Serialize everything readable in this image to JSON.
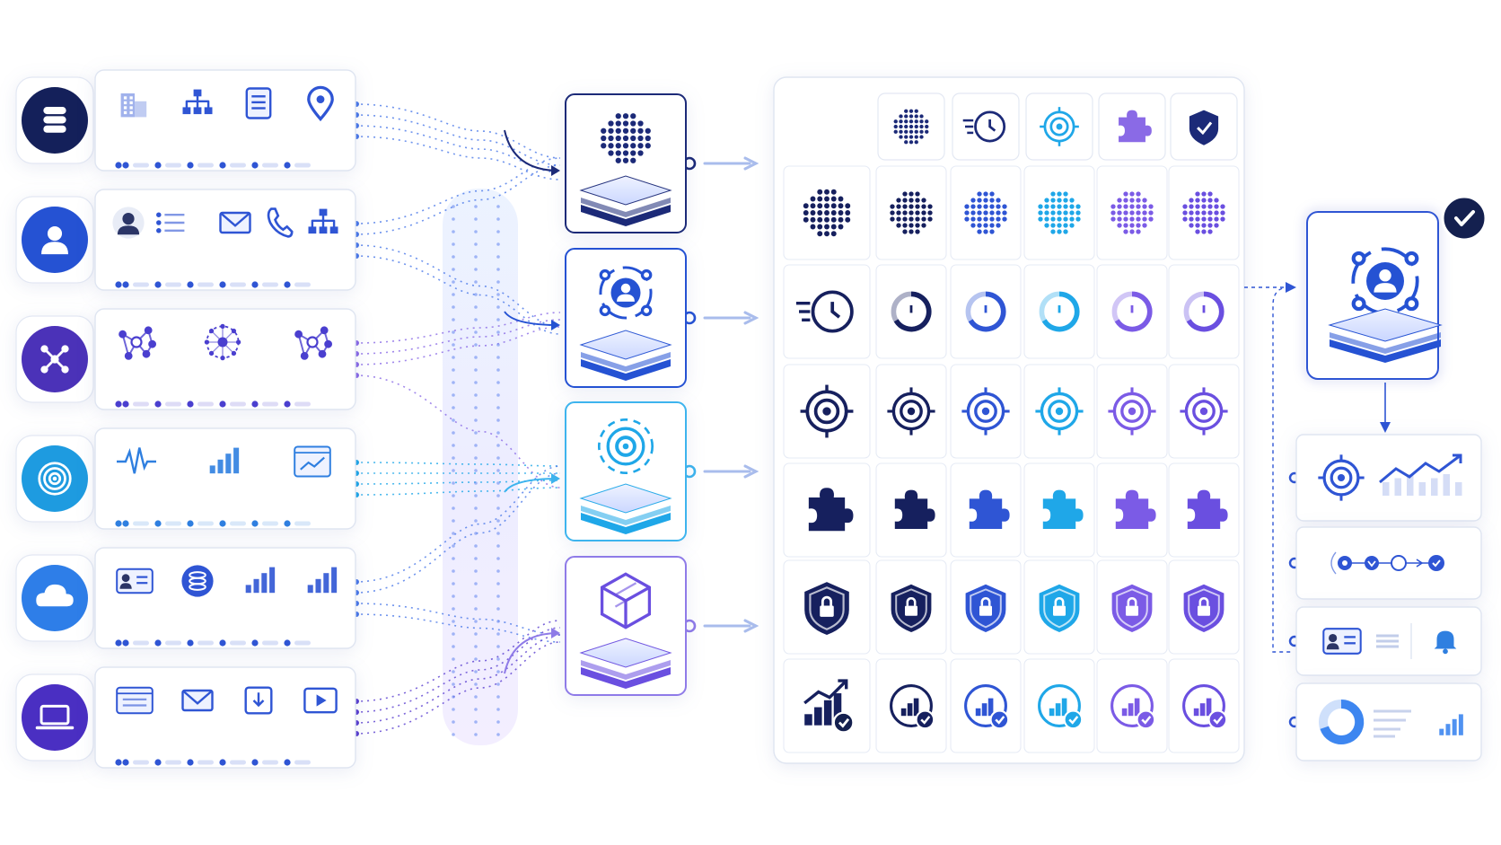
{
  "colors": {
    "navy": "#16205e",
    "blue": "#2f55d4",
    "azure": "#3d86f0",
    "cyan": "#1fa7e8",
    "violet": "#7b5be6",
    "purple": "#5a3fcf",
    "line_blue": "#4a78e8",
    "line_violet": "#8a6ae6",
    "card_border": "#dfe5f1",
    "check_bg": "#14204f"
  },
  "sources": [
    {
      "id": "database",
      "hub_icon": "database-icon",
      "hub_color": "#14205a",
      "items": [
        "building-icon",
        "org-chart-icon",
        "document-icon",
        "location-pin-icon"
      ]
    },
    {
      "id": "user",
      "hub_icon": "user-icon",
      "hub_color": "#2552d3",
      "items": [
        "user-avatar-icon",
        "list-icon",
        "mail-icon",
        "phone-icon",
        "org-chart-icon"
      ]
    },
    {
      "id": "network",
      "hub_icon": "network-icon",
      "hub_color": "#4b32b8",
      "items": [
        "molecule-icon",
        "network-globe-icon",
        "molecule-icon"
      ]
    },
    {
      "id": "target",
      "hub_icon": "target-icon",
      "hub_color": "#1e9be0",
      "items": [
        "pulse-icon",
        "bar-chart-icon",
        "dashboard-chart-icon"
      ]
    },
    {
      "id": "cloud",
      "hub_icon": "cloud-icon",
      "hub_color": "#2e7ee8",
      "items": [
        "id-card-icon",
        "database-coin-icon",
        "bar-chart-icon",
        "bar-chart-icon"
      ]
    },
    {
      "id": "laptop",
      "hub_icon": "laptop-icon",
      "hub_color": "#4a2fc2",
      "items": [
        "browser-window-icon",
        "mail-icon",
        "download-icon",
        "play-icon"
      ]
    }
  ],
  "processors": [
    {
      "id": "sphere-processor",
      "icon": "dot-sphere-icon",
      "color": "#1c2a78",
      "border": "#1c2a78"
    },
    {
      "id": "user-processor",
      "icon": "user-orbit-icon",
      "color": "#2552d3",
      "border": "#2552d3"
    },
    {
      "id": "target-processor",
      "icon": "target-orbit-icon",
      "color": "#1fa7e8",
      "border": "#3db4ee"
    },
    {
      "id": "cube-processor",
      "icon": "cube-icon",
      "color": "#6a4fe0",
      "border": "#8f7be8"
    }
  ],
  "matrix": {
    "header_icons": [
      "dot-sphere-icon",
      "clock-icon",
      "target-icon",
      "puzzle-icon",
      "shield-check-icon"
    ],
    "header_colors": [
      "#1c2a78",
      "#1c2a78",
      "#1fa7e8",
      "#8a6ae6",
      "#1c2a78"
    ],
    "row_icons": [
      "dot-sphere-icon",
      "clock-icon",
      "target-icon",
      "puzzle-icon",
      "shield-lock-icon",
      "growth-chart-icon"
    ],
    "column_colors": [
      "#16205e",
      "#16205e",
      "#2f55d4",
      "#1fa7e8",
      "#7b5be6",
      "#6a4fe0"
    ]
  },
  "result": {
    "icon": "user-layers-icon",
    "badge": "check-badge-icon"
  },
  "outputs": [
    {
      "id": "analytics-output",
      "icons": [
        "target-icon",
        "trend-chart-icon"
      ]
    },
    {
      "id": "workflow-output",
      "icons": [
        "workflow-steps-icon"
      ]
    },
    {
      "id": "profile-output",
      "icons": [
        "id-card-icon",
        "bell-icon"
      ]
    },
    {
      "id": "report-output",
      "icons": [
        "donut-chart-icon",
        "bar-chart-icon"
      ]
    }
  ]
}
